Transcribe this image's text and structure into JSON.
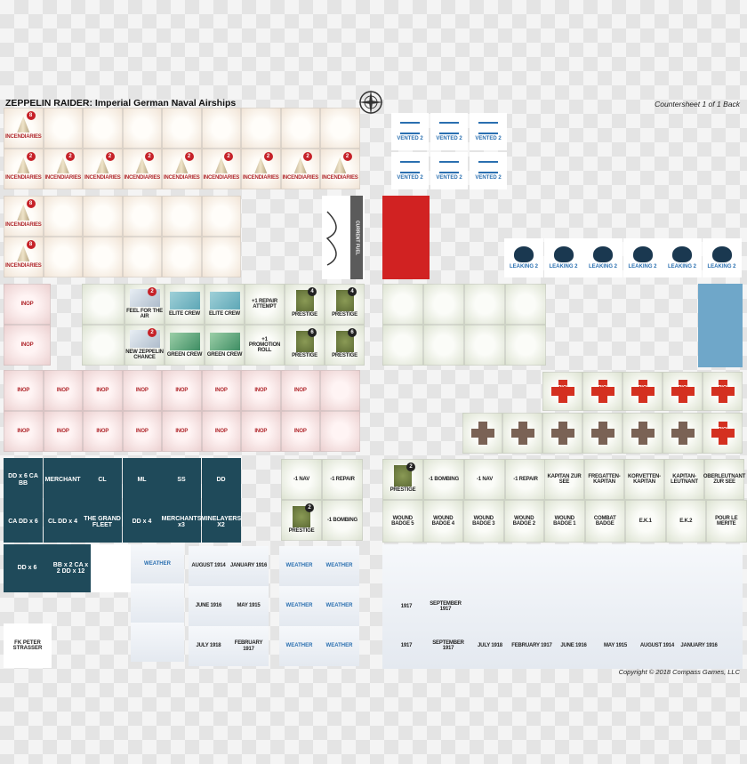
{
  "header": {
    "title": "ZEPPELIN RAIDER:  Imperial German Naval Airships",
    "sheet": "Countersheet 1 of 1 Back",
    "copyright": "Copyright © 2018 Compass Games, LLC"
  },
  "counters": {
    "incendiaries": "INCENDIARIES",
    "inop": "INOP",
    "vented": "VENTED 2",
    "leaking": "LEAKING 2",
    "serious": "SERIOUS WOUND",
    "kia": "KIA",
    "prestige": "PRESTIGE",
    "weather": "WEATHER",
    "current_fuel": "CURRENT FUEL",
    "badge_8": "8",
    "badge_2": "2",
    "badge_4": "4",
    "badge_6": "6",
    "feel": "FEEL FOR THE AIR",
    "elite": "ELITE CREW",
    "green": "GREEN CREW",
    "new_zep": "NEW ZEPPELIN CHANCE",
    "repair_attempt": "+1 REPAIR ATTEMPT",
    "promotion_roll": "+1 PROMOTION ROLL",
    "nav": "-1 NAV",
    "repair": "-1 REPAIR",
    "bombing": "-1 BOMBING",
    "strasser": "FK PETER STRASSER"
  },
  "navy": {
    "top": [
      "DD x 6 CA BB",
      "MERCHANT",
      "CL",
      "ML",
      "SS",
      "DD"
    ],
    "bottom": [
      "CA DD x 6",
      "CL DD x 4",
      "THE GRAND FLEET",
      "DD x 4",
      "MERCHANTS x3",
      "MINELAYERS X2"
    ],
    "extra": [
      "DD x 6",
      "BB x 2 CA x 2 DD x 12"
    ]
  },
  "ranks": [
    "KAPITAN ZUR SEE",
    "FREGATTEN-KAPITAN",
    "KORVETTEN-KAPITAN",
    "KAPITAN-LEUTNANT",
    "OBERLEUTNANT ZUR SEE"
  ],
  "medals": [
    "WOUND BADGE 5",
    "WOUND BADGE 4",
    "WOUND BADGE 3",
    "WOUND BADGE 2",
    "WOUND BADGE 1",
    "COMBAT BADGE",
    "E.K.1",
    "E.K.2",
    "POUR LE MERITE"
  ],
  "dates_left": [
    "AUGUST 1914",
    "JANUARY 1916",
    "JUNE 1916",
    "MAY 1915",
    "JULY 1918",
    "FEBRUARY 1917"
  ],
  "dates_right_top": [
    "1917",
    "SEPTEMBER 1917"
  ],
  "dates_right_bottom": [
    "1917",
    "SEPTEMBER 1917",
    "JULY 1918",
    "FEBRUARY 1917",
    "JUNE 1916",
    "MAY 1915",
    "AUGUST 1914",
    "JANUARY 1916"
  ],
  "colors": {
    "red": "#c62128",
    "slate": "#1f4a5a",
    "blue_block": "#6fa7c9",
    "kia": "#7a6255"
  }
}
